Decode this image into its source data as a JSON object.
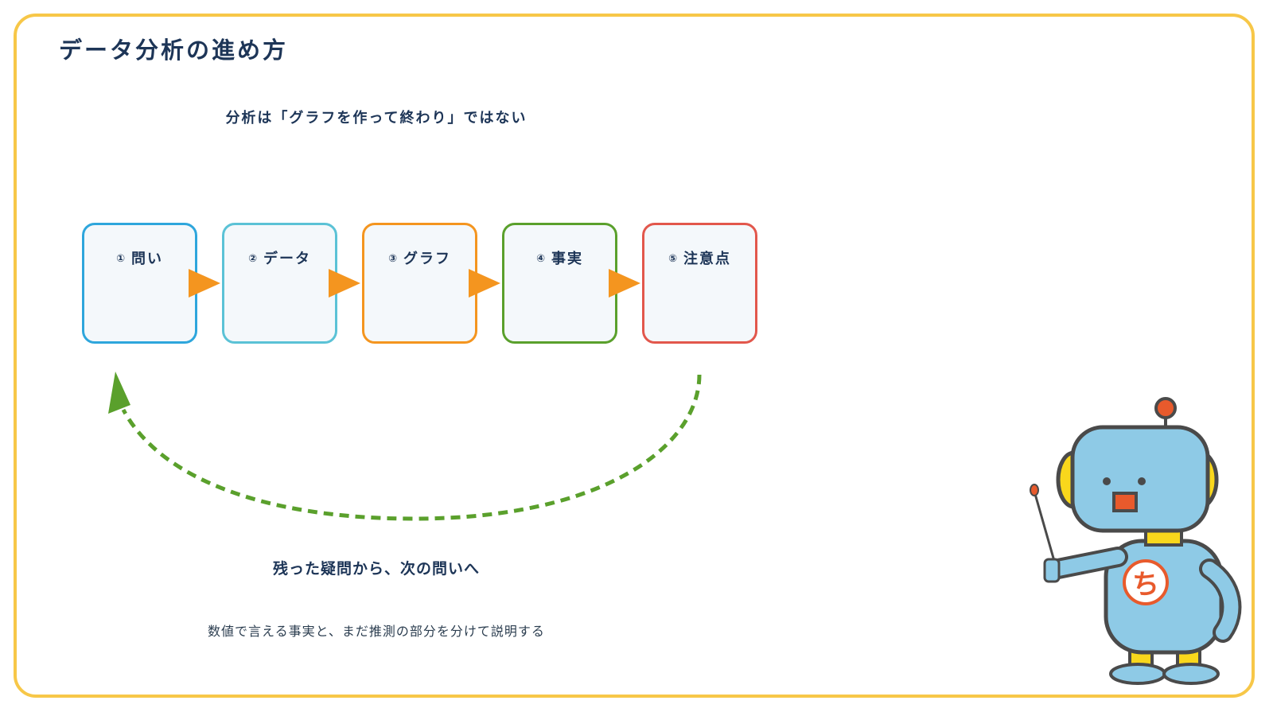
{
  "title": "データ分析の進め方",
  "subtitle": "分析は「グラフを作って終わり」ではない",
  "steps": [
    {
      "num": "①",
      "label": "問い",
      "color": "#2ea6dc"
    },
    {
      "num": "②",
      "label": "データ",
      "color": "#5bc2d6"
    },
    {
      "num": "③",
      "label": "グラフ",
      "color": "#f4951f"
    },
    {
      "num": "④",
      "label": "事実",
      "color": "#5aa02c"
    },
    {
      "num": "⑤",
      "label": "注意点",
      "color": "#e2574c"
    }
  ],
  "flow_arrow_color": "#f4951f",
  "loop": {
    "caption": "残った疑問から、次の問いへ",
    "color": "#5aa02c"
  },
  "note": "数値で言える事実と、まだ推測の部分を分けて説明する",
  "mascot": {
    "badge": "ち",
    "body_color": "#8ecae6",
    "accent_color": "#e85a2c",
    "ear_color": "#f9d71c"
  },
  "frame_color": "#f7c748"
}
